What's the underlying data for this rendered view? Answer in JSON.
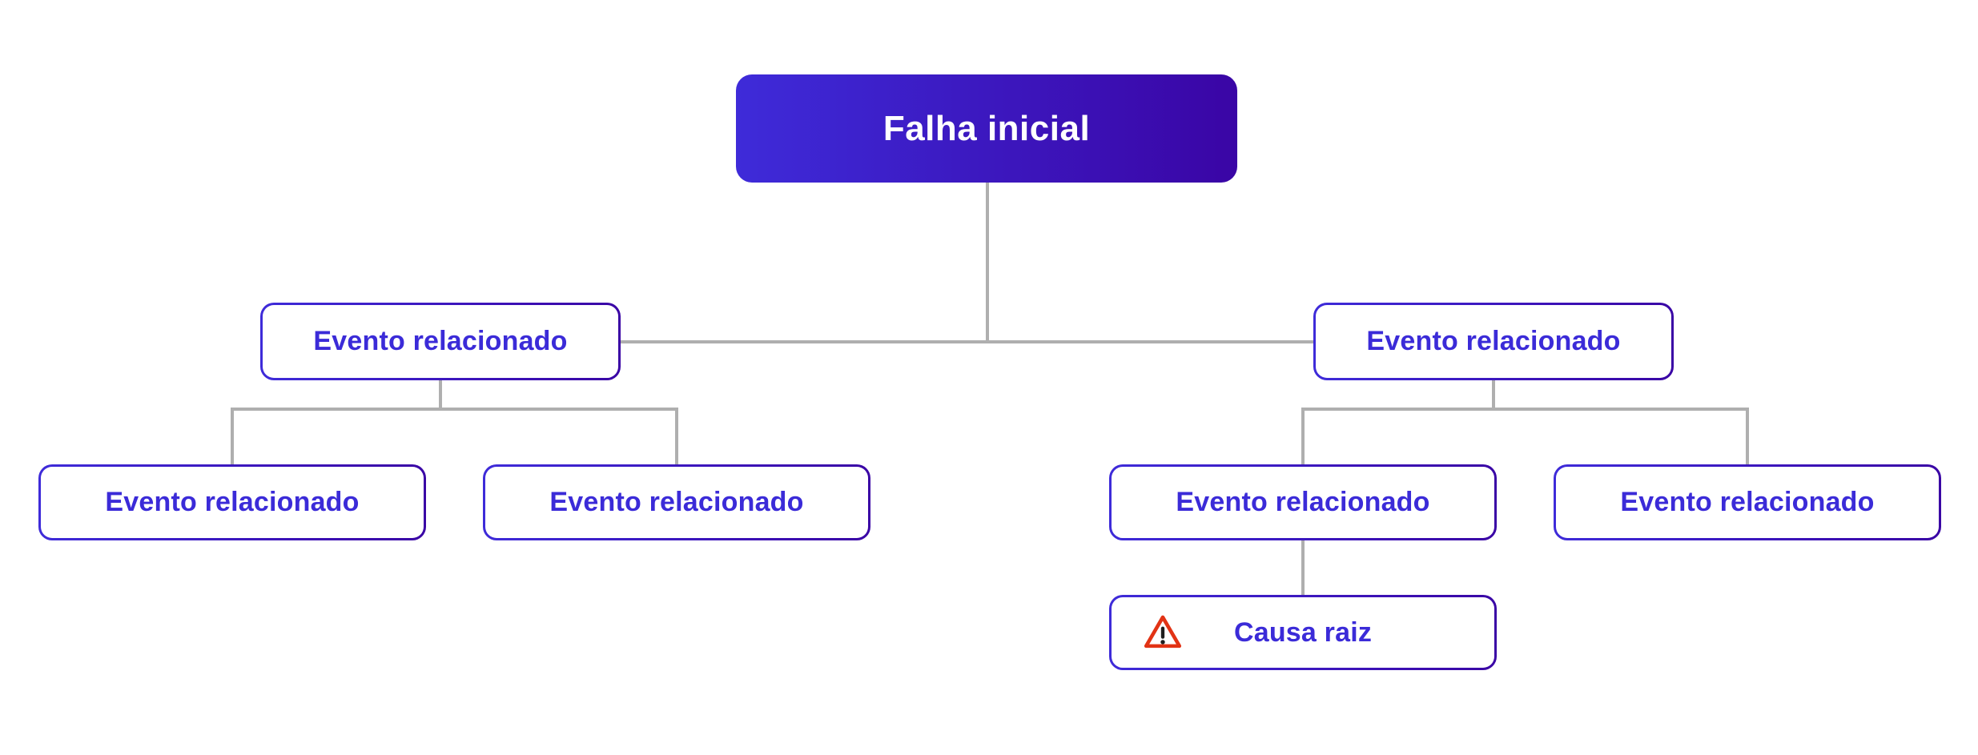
{
  "nodes": {
    "root": {
      "label": "Falha inicial"
    },
    "branch_left": {
      "label": "Evento relacionado"
    },
    "branch_right": {
      "label": "Evento relacionado"
    },
    "leaf_left_1": {
      "label": "Evento relacionado"
    },
    "leaf_left_2": {
      "label": "Evento relacionado"
    },
    "leaf_right_1": {
      "label": "Evento relacionado"
    },
    "leaf_right_2": {
      "label": "Evento relacionado"
    },
    "root_cause": {
      "label": "Causa raiz",
      "icon": "warning-triangle-icon"
    }
  },
  "colors": {
    "node_gradient_start": "#3E2BD9",
    "node_gradient_end": "#3A05A5",
    "node_text": "#3B2BD8",
    "root_text": "#FFFFFF",
    "connector": "#AFAFAF",
    "warning_red": "#E23315",
    "warning_mark": "#1F1F1F",
    "background": "#FFFFFF"
  }
}
